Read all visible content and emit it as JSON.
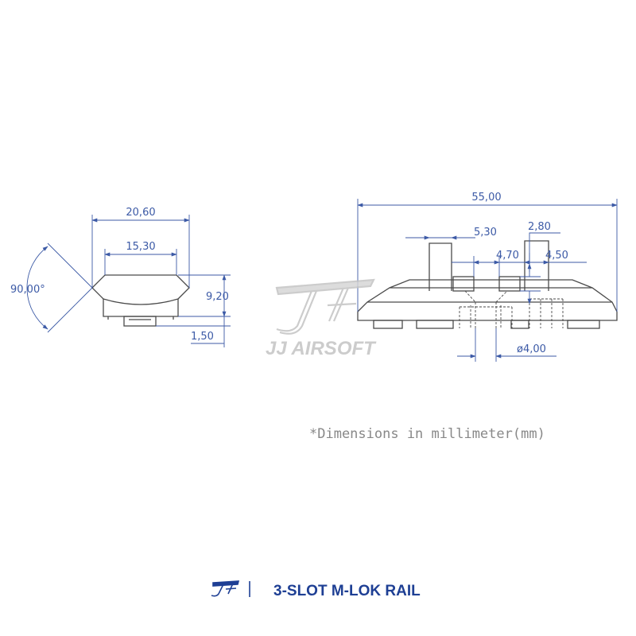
{
  "colors": {
    "dimension": "#3c5aa6",
    "part": "#4a4a4a",
    "note": "#888888",
    "watermark": "#c4c4c4",
    "brand": "#1e3f94"
  },
  "left_view": {
    "width_outer": "20,60",
    "width_inner": "15,30",
    "angle": "90,00°",
    "height": "9,20",
    "base_height": "1,50"
  },
  "right_view": {
    "length": "55,00",
    "slot_width": "5,30",
    "offset_a": "2,80",
    "spacing": "4,70",
    "offset_b": "4,50",
    "hole_diameter": "ø4,00"
  },
  "watermark": {
    "text": "JJ AIRSOFT"
  },
  "note": {
    "text": "*Dimensions in millimeter(mm)"
  },
  "footer": {
    "title": "3-SLOT M-LOK RAIL",
    "logo_icon": "jj-logo-icon"
  }
}
